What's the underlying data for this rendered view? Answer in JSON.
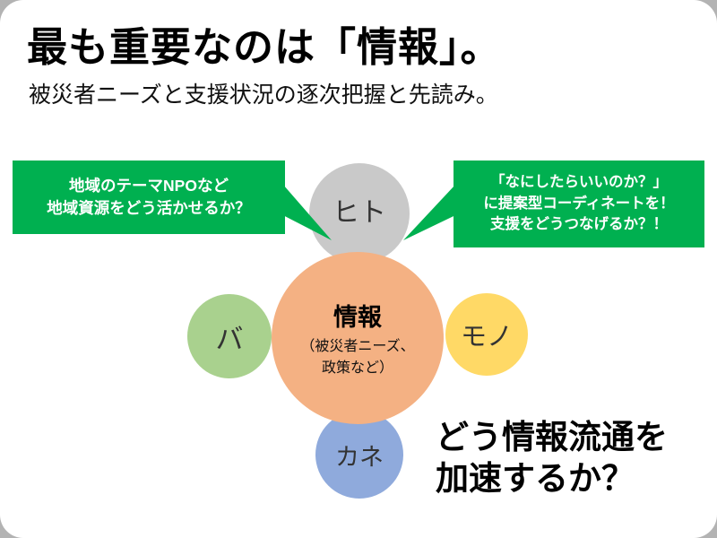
{
  "slide": {
    "title": "最も重要なのは「情報」。",
    "subtitle": "被災者ニーズと支援状況の逐次把握と先読み。",
    "left_callout": {
      "lines": [
        "地域のテーマNPOなど",
        "地域資源をどう活かせるか？"
      ]
    },
    "right_callout": {
      "lines": [
        "「なにしたらいいのか？」",
        "に提案型コーディネートを！",
        "支援をどうつなげるか？！"
      ]
    },
    "diagram": {
      "center": {
        "label": "情報",
        "sub_lines": [
          "（被災者ニーズ、",
          "政策など）"
        ],
        "color": "#F4B183"
      },
      "nodes": [
        {
          "id": "hito",
          "label": "ヒト",
          "color": "#C9C9C9"
        },
        {
          "id": "ba",
          "label": "バ",
          "color": "#A9D18E"
        },
        {
          "id": "mono",
          "label": "モノ",
          "color": "#FFD966"
        },
        {
          "id": "kane",
          "label": "カネ",
          "color": "#8FAADC"
        }
      ]
    },
    "bottom_text": {
      "lines": [
        "どう情報流通を",
        "加速するか？"
      ]
    },
    "colors": {
      "callout_green": "#00B050",
      "slide_background": "#FFFFFF",
      "stage_background": "#B3B3B3"
    }
  }
}
